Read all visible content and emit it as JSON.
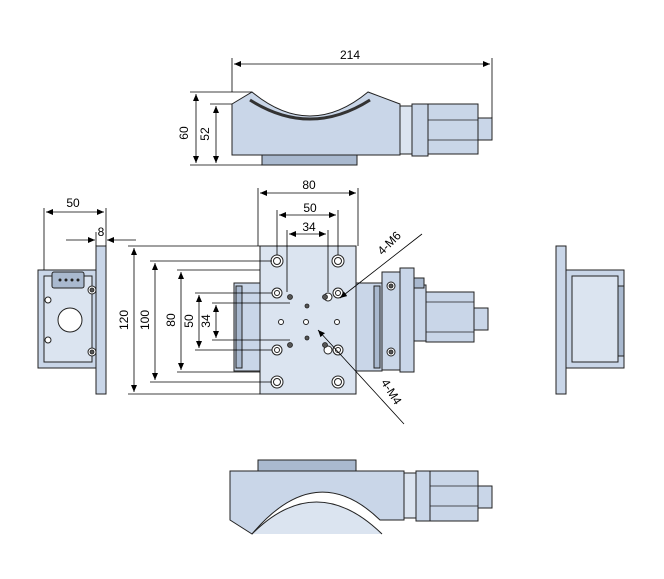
{
  "dimensions": {
    "top_length": "214",
    "top_height_outer": "60",
    "top_height_inner": "52",
    "width_80": "80",
    "width_50": "50",
    "width_34": "34",
    "side_50": "50",
    "side_8": "8",
    "height_120": "120",
    "height_100": "100",
    "height_80": "80",
    "height_50": "50",
    "height_34": "34"
  },
  "callouts": {
    "m6": "4-M6",
    "m4": "4-M4"
  },
  "colors": {
    "body": "#c9d6e8",
    "body_light": "#dbe4f0",
    "body_dark": "#a9b9cf",
    "line": "#222222"
  }
}
